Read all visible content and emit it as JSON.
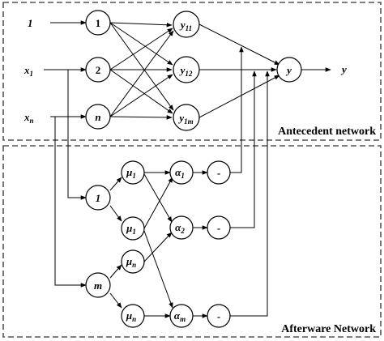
{
  "antecedent": {
    "caption": "Antecedent network",
    "inputs": [
      {
        "main": "1",
        "sub": ""
      },
      {
        "main": "x",
        "sub": "1"
      },
      {
        "main": "x",
        "sub": "n"
      }
    ],
    "layer1": [
      "1",
      "2",
      "n"
    ],
    "layer2": [
      {
        "main": "y",
        "sub": "11"
      },
      {
        "main": "y",
        "sub": "12"
      },
      {
        "main": "y",
        "sub": "1m"
      }
    ],
    "output_node": "y",
    "output_label": "y"
  },
  "afterware": {
    "caption": "Afterware Network",
    "rule_nodes": [
      "1",
      "m"
    ],
    "mu_nodes": [
      {
        "main": "μ",
        "sub": "1"
      },
      {
        "main": "μ",
        "sub": "1"
      },
      {
        "main": "μ",
        "sub": "n"
      },
      {
        "main": "μ",
        "sub": "n"
      }
    ],
    "alpha_nodes": [
      {
        "main": "α",
        "sub": "1"
      },
      {
        "main": "α",
        "sub": "2"
      },
      {
        "main": "α",
        "sub": "m"
      }
    ],
    "norm_nodes": [
      "-",
      "-",
      "-"
    ]
  }
}
